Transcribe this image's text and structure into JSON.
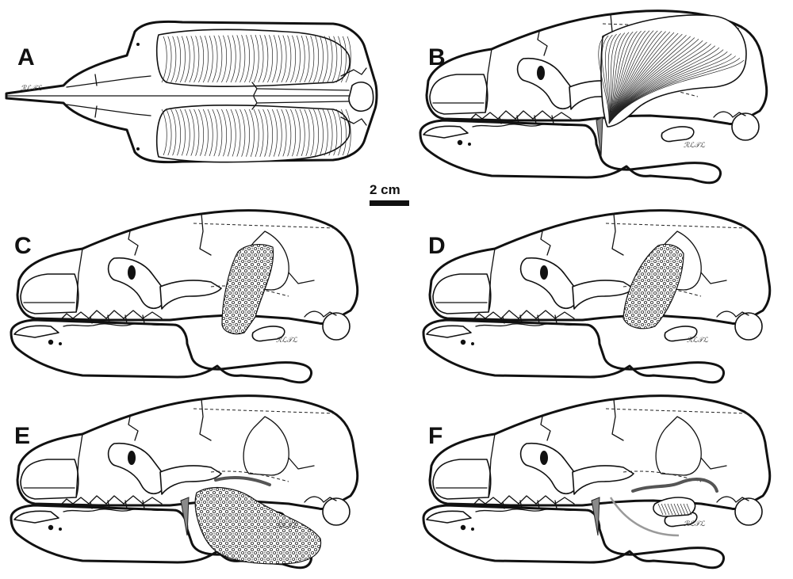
{
  "figure": {
    "panel_labels": [
      "A",
      "B",
      "C",
      "D",
      "E",
      "F"
    ],
    "scale_bar": {
      "label": "2 cm",
      "length_cm": 2
    },
    "signature": "ℛℒ𝒯ℒ"
  },
  "panels": [
    {
      "id": "A",
      "view": "dorsal-skull",
      "highlight": "temporalis-dorsal"
    },
    {
      "id": "B",
      "view": "lateral-skull",
      "highlight": "temporalis-lateral"
    },
    {
      "id": "C",
      "view": "lateral-skull",
      "highlight": "zygomaticomandibularis-anterior"
    },
    {
      "id": "D",
      "view": "lateral-skull",
      "highlight": "zygomaticomandibularis-posterior"
    },
    {
      "id": "E",
      "view": "lateral-skull",
      "highlight": "masseter-deep"
    },
    {
      "id": "F",
      "view": "lateral-skull",
      "highlight": "digastric-reduced"
    }
  ],
  "colors": {
    "line": "#111111",
    "background": "#ffffff",
    "fill_grey": "#8a8a8a",
    "highlight_line": "#555555",
    "light_line": "#9a9a9a"
  }
}
